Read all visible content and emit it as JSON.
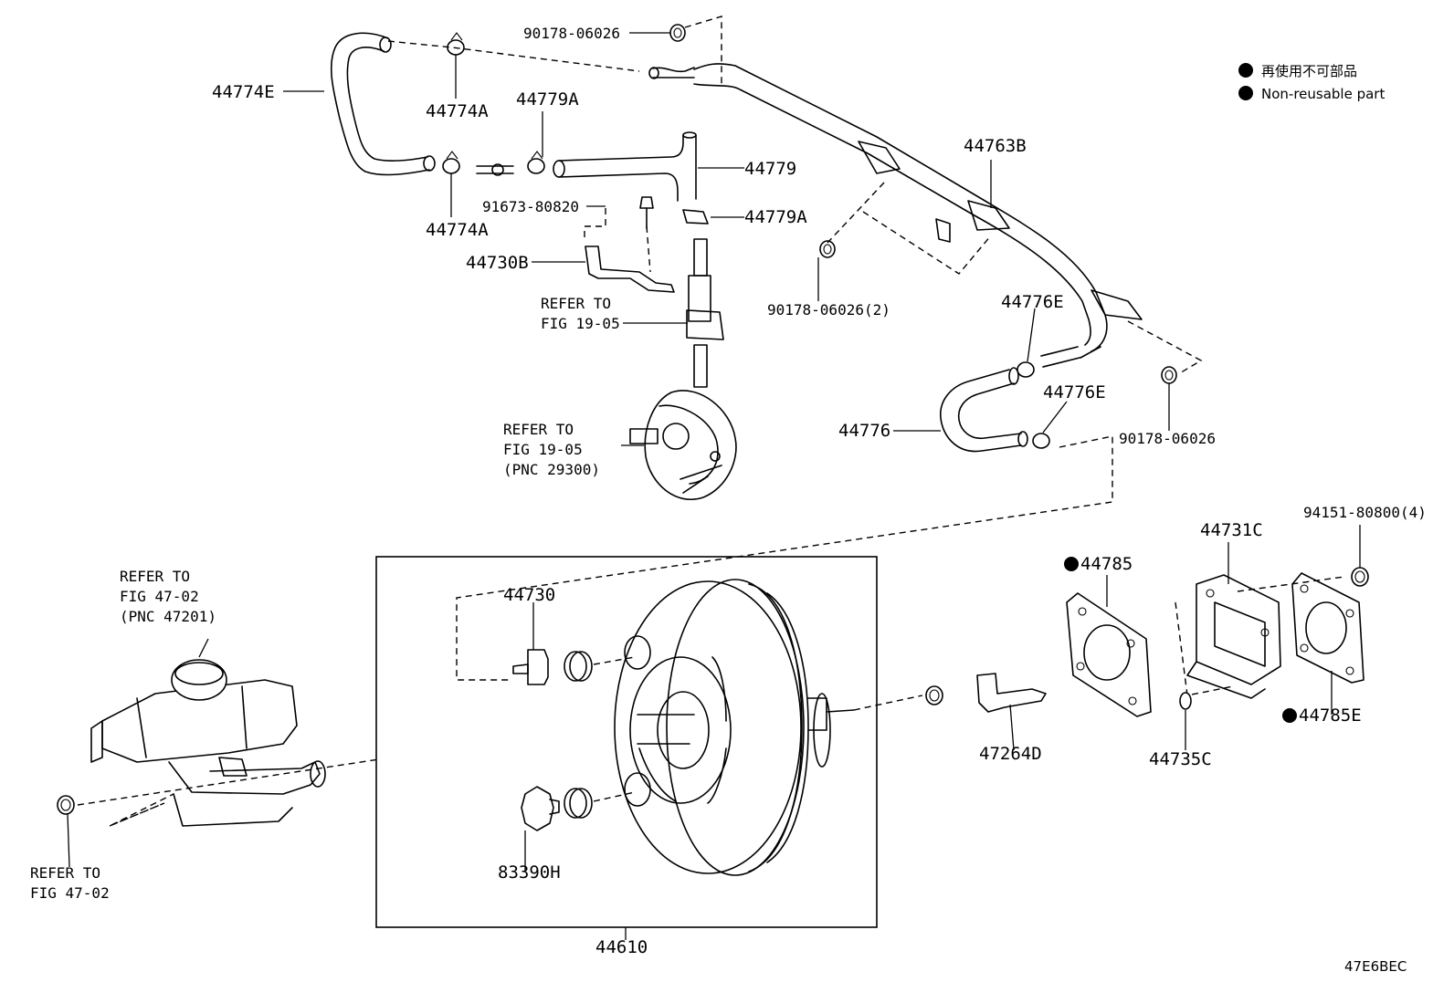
{
  "legend": {
    "dot_color": "#000000",
    "line_jp": "再使用不可部品",
    "line_en": "Non-reusable part"
  },
  "drawing_code": "47E6BEC",
  "labels": {
    "p90178_06026_top": "90178-06026",
    "p44774E": "44774E",
    "p44774A_top": "44774A",
    "p44779A_top": "44779A",
    "p44779": "44779",
    "p44774A_bottom": "44774A",
    "p91673_80820": "91673-80820",
    "p44779A_bottom": "44779A",
    "p44730B": "44730B",
    "p44763B": "44763B",
    "p90178_06026_2": "90178-06026(2)",
    "p44776E_top": "44776E",
    "p44776E_bottom": "44776E",
    "p44776": "44776",
    "p90178_06026_right": "90178-06026",
    "p44731C": "44731C",
    "p94151_80800_4": "94151-80800(4)",
    "p44785": "44785",
    "p44785E": "44785E",
    "p44735C": "44735C",
    "p47264D": "47264D",
    "p44730": "44730",
    "p83390H": "83390H",
    "p44610": "44610"
  },
  "refs": {
    "ref_19_05_a": [
      "REFER TO",
      "FIG 19-05"
    ],
    "ref_19_05_b": [
      "REFER TO",
      "FIG 19-05",
      "(PNC 29300)"
    ],
    "ref_47_02_a": [
      "REFER TO",
      "FIG 47-02",
      "(PNC 47201)"
    ],
    "ref_47_02_b": [
      "REFER TO",
      "FIG 47-02"
    ]
  }
}
